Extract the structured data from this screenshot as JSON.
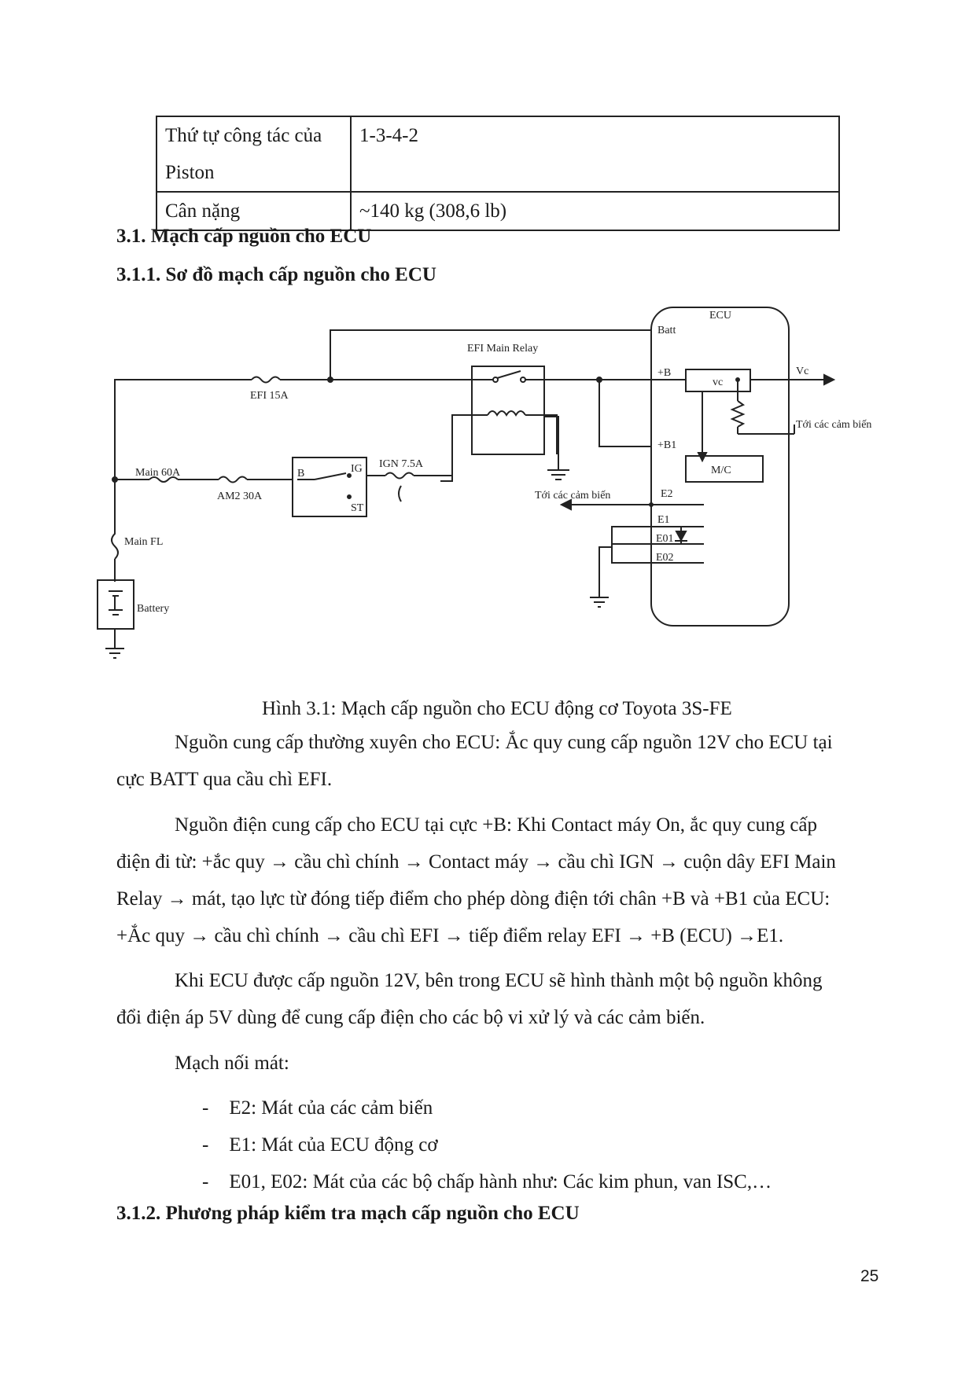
{
  "spec_table": [
    {
      "label": "Thứ tự công tác của Piston",
      "value": "1-3-4-2"
    },
    {
      "label": "Cân nặng",
      "value": "~140 kg (308,6 lb)"
    }
  ],
  "headings": {
    "h1": "3.1. Mạch cấp nguồn cho ECU",
    "h2": "3.1.1. Sơ đồ mạch cấp nguồn cho ECU",
    "h3": "3.1.2. Phương pháp kiểm tra mạch cấp nguồn cho ECU"
  },
  "diagram": {
    "ecu": "ECU",
    "batt": "Batt",
    "efi_main_relay": "EFI Main Relay",
    "plus_b": "+B",
    "vc_box": "vc",
    "vc_out": "Vc",
    "to_sensors_right": "Tới các cảm biến",
    "efi_fuse": "EFI 15A",
    "b1": "+B1",
    "mc": "M/C",
    "main_fuse": "Main 60A",
    "am2": "AM2 30A",
    "sw_b": "B",
    "sw_ig": "IG",
    "sw_st": "ST",
    "ign": "IGN 7.5A",
    "to_sensors_left": "Tới các cảm biến",
    "e2": "E2",
    "e1": "E1",
    "e01": "E01",
    "e02": "E02",
    "main_fl": "Main FL",
    "battery": "Battery"
  },
  "caption": "Hình 3.1: Mạch cấp nguồn cho ECU động cơ Toyota 3S-FE",
  "para1": [
    "Nguồn cung cấp thường xuyên cho ECU: Ắc quy cung cấp nguồn 12V cho ECU tại",
    "cực BATT qua cầu chì EFI."
  ],
  "para2": [
    "Nguồn điện cung cấp cho ECU tại cực +B: Khi Contact máy On, ắc quy cung cấp",
    "điện đi từ: +ắc quy → cầu chì chính → Contact máy → cầu chì IGN → cuộn dây EFI Main",
    "Relay → mát, tạo lực từ đóng tiếp điểm cho phép dòng điện tới chân +B và +B1 của ECU:",
    "+Ắc quy → cầu chì chính → cầu chì EFI → tiếp điểm relay EFI → +B (ECU) →E1."
  ],
  "para3": [
    "Khi ECU được cấp nguồn 12V, bên trong ECU sẽ hình thành một bộ nguồn không",
    "đổi điện áp 5V dùng để cung cấp điện cho các bộ vi xử lý và các cảm biến."
  ],
  "para4": "Mạch nối mát:",
  "list": [
    {
      "dash": "-",
      "text": "E2: Mát của các cảm biến"
    },
    {
      "dash": "-",
      "text": "E1: Mát của ECU động cơ"
    },
    {
      "dash": "-",
      "text": "E01, E02: Mát của các bộ chấp hành như: Các kim phun, van ISC,…"
    }
  ],
  "page_number": "25"
}
